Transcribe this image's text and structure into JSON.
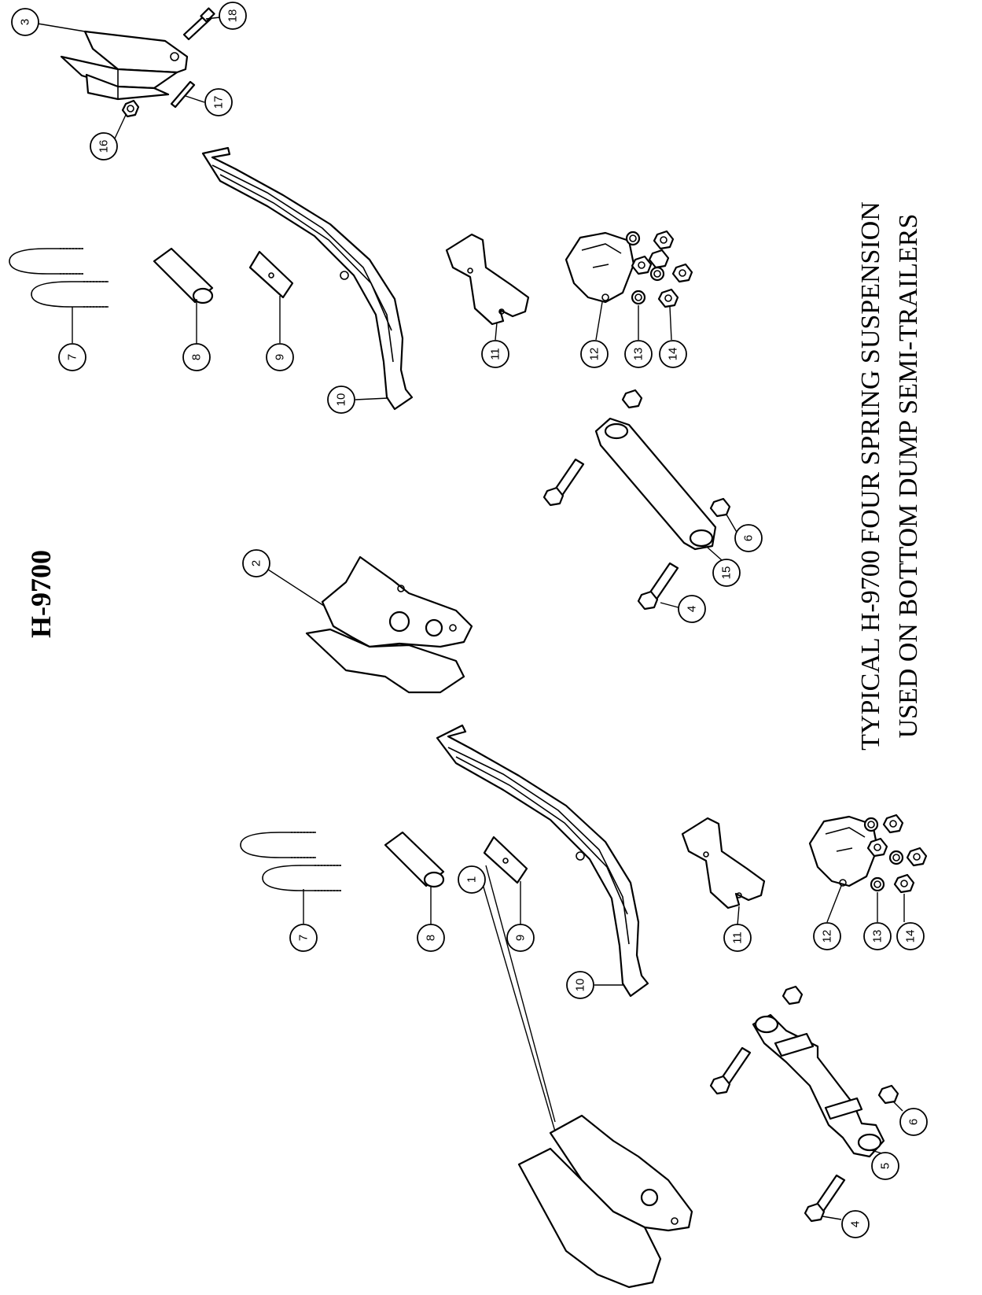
{
  "drawing": {
    "model": "H-9700",
    "caption_line1": "TYPICAL H-9700 FOUR SPRING SUSPENSION",
    "caption_line2": "USED ON BOTTOM DUMP SEMI-TRAILERS"
  },
  "callouts": {
    "c1": "1",
    "c2": "2",
    "c3": "3",
    "c4": "4",
    "c5": "5",
    "c6": "6",
    "c7": "7",
    "c8": "8",
    "c9": "9",
    "c10": "10",
    "c11": "11",
    "c12": "12",
    "c13": "13",
    "c14": "14",
    "c15": "15",
    "c16": "16",
    "c17": "17",
    "c18": "18"
  }
}
